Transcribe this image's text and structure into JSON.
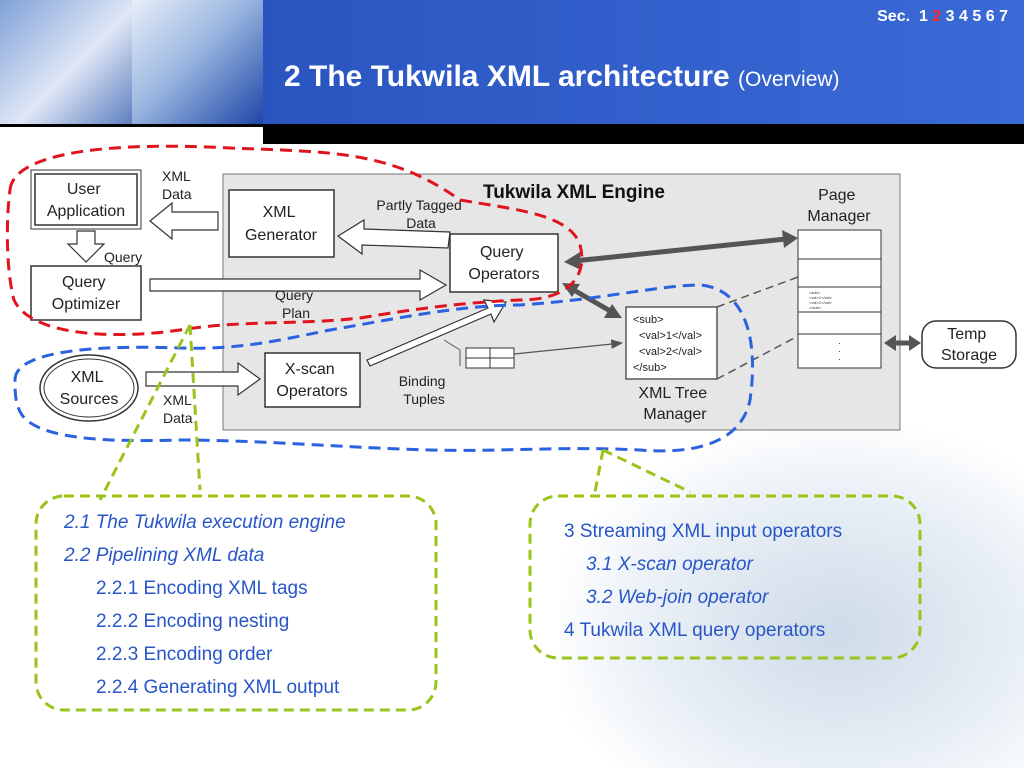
{
  "header": {
    "title": "2 The Tukwila XML architecture",
    "subtitle": "(Overview)",
    "sec_label": "Sec.",
    "sec_pages": [
      "1",
      "2",
      "3",
      "4",
      "5",
      "6",
      "7"
    ],
    "current_page": "2"
  },
  "diagram": {
    "engine_title": "Tukwila XML Engine",
    "user_application": [
      "User",
      "Application"
    ],
    "xml_data_top": [
      "XML",
      "Data"
    ],
    "query_label": "Query",
    "query_optimizer": [
      "Query",
      "Optimizer"
    ],
    "xml_generator": [
      "XML",
      "Generator"
    ],
    "partly_tagged_data": [
      "Partly Tagged",
      "Data"
    ],
    "query_operators": [
      "Query",
      "Operators"
    ],
    "query_plan": [
      "Query",
      "Plan"
    ],
    "page_manager": [
      "Page",
      "Manager"
    ],
    "xml_sources": [
      "XML",
      "Sources"
    ],
    "xml_data_bottom": [
      "XML",
      "Data"
    ],
    "xscan_operators": [
      "X-scan",
      "Operators"
    ],
    "binding_tuples": [
      "Binding",
      "Tuples"
    ],
    "xml_tree_lines": [
      "<sub>",
      "<val>1</val>",
      "<val>2</val>",
      "</sub>"
    ],
    "xml_tree_manager": [
      "XML Tree",
      "Manager"
    ],
    "temp_storage": [
      "Temp",
      "Storage"
    ]
  },
  "outline_left": [
    {
      "text": "2.1 The Tukwila execution engine",
      "italic": true
    },
    {
      "text": "2.2 Pipelining XML data",
      "italic": true
    },
    {
      "text": "2.2.1 Encoding XML tags",
      "italic": false
    },
    {
      "text": "2.2.2 Encoding nesting",
      "italic": false
    },
    {
      "text": "2.2.3 Encoding order",
      "italic": false
    },
    {
      "text": "2.2.4 Generating XML output",
      "italic": false
    }
  ],
  "outline_right": [
    {
      "text": "3 Streaming XML input operators",
      "italic": false
    },
    {
      "text": "3.1 X-scan operator",
      "italic": true
    },
    {
      "text": "3.2 Web-join operator",
      "italic": true
    },
    {
      "text": "4 Tukwila XML query operators",
      "italic": false
    }
  ],
  "colors": {
    "header_blue": "#2e58c2",
    "red_dash": "#e0141c",
    "blue_dash": "#2a62e0",
    "green_dash": "#9ac41c",
    "outline_text": "#2855c8",
    "current_page": "#ff2a2a"
  }
}
